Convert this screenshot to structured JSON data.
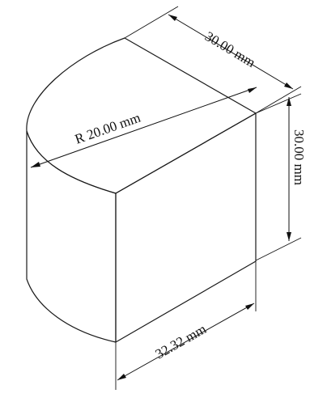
{
  "dimensions": {
    "top_depth": "30.00 mm",
    "right_height": "30.00 mm",
    "radius": "R 20.00 mm",
    "bottom_width": "32.32 mm"
  },
  "colors": {
    "top_face": "#505254",
    "front_face": "#55585b",
    "curved_face_dark": "#4c4f52",
    "curved_face_light": "#8f9296",
    "line": "#111111"
  }
}
